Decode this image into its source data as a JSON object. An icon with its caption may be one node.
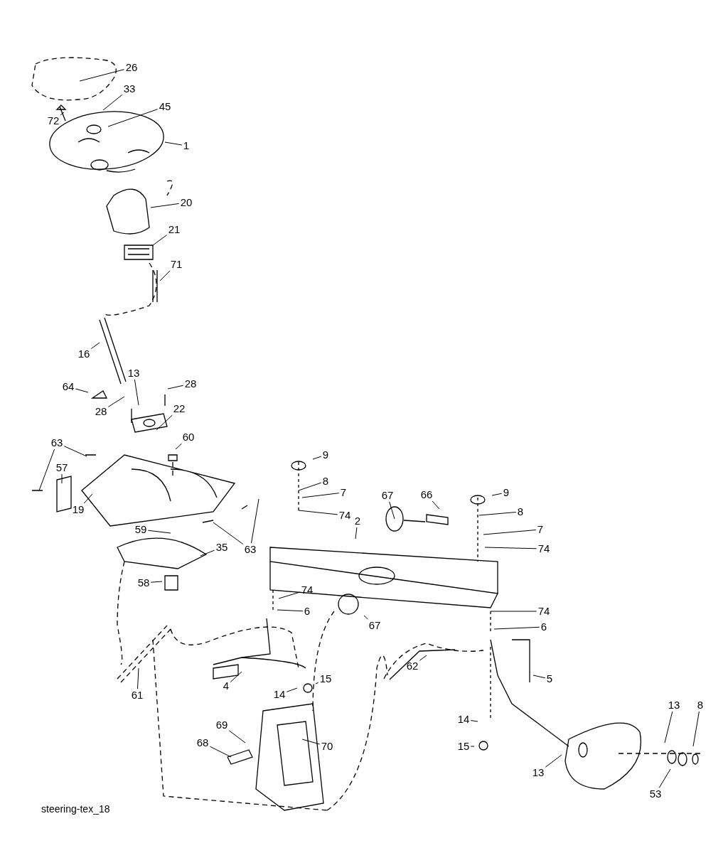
{
  "diagram": {
    "caption": "steering-tex_18",
    "nodes": [
      {
        "text": [
          "26"
        ]
      },
      {
        "text": [
          "33"
        ]
      },
      {
        "text": [
          "45"
        ]
      },
      {
        "text": [
          "72"
        ]
      },
      {
        "text": [
          "1"
        ]
      },
      {
        "text": [
          "20"
        ]
      },
      {
        "text": [
          "21"
        ]
      },
      {
        "text": [
          "71"
        ]
      },
      {
        "text": [
          "16"
        ]
      },
      {
        "text": [
          "13"
        ]
      },
      {
        "text": [
          "28"
        ]
      },
      {
        "text": [
          "64"
        ]
      },
      {
        "text": [
          "28"
        ]
      },
      {
        "text": [
          "22"
        ]
      },
      {
        "text": [
          "60"
        ]
      },
      {
        "text": [
          "63"
        ]
      },
      {
        "text": [
          "9"
        ]
      },
      {
        "text": [
          "57"
        ]
      },
      {
        "text": [
          "8"
        ]
      },
      {
        "text": [
          "7"
        ]
      },
      {
        "text": [
          "9"
        ]
      },
      {
        "text": [
          "66"
        ]
      },
      {
        "text": [
          "67"
        ]
      },
      {
        "text": [
          "19"
        ]
      },
      {
        "text": [
          "8"
        ]
      },
      {
        "text": [
          "74"
        ]
      },
      {
        "text": [
          "2"
        ]
      },
      {
        "text": [
          "59"
        ]
      },
      {
        "text": [
          "7"
        ]
      },
      {
        "text": [
          "35"
        ]
      },
      {
        "text": [
          "63"
        ]
      },
      {
        "text": [
          "74"
        ]
      },
      {
        "text": [
          "58"
        ]
      },
      {
        "text": [
          "74"
        ]
      },
      {
        "text": [
          "6"
        ]
      },
      {
        "text": [
          "74"
        ]
      },
      {
        "text": [
          "67"
        ]
      },
      {
        "text": [
          "6"
        ]
      },
      {
        "text": [
          "62"
        ]
      },
      {
        "text": [
          "5"
        ]
      },
      {
        "text": [
          "15"
        ]
      },
      {
        "text": [
          "4"
        ]
      },
      {
        "text": [
          "14"
        ]
      },
      {
        "text": [
          "61"
        ]
      },
      {
        "text": [
          "13"
        ]
      },
      {
        "text": [
          "8"
        ]
      },
      {
        "text": [
          "14"
        ]
      },
      {
        "text": [
          "69"
        ]
      },
      {
        "text": [
          "68"
        ]
      },
      {
        "text": [
          "15"
        ]
      },
      {
        "text": [
          "70"
        ]
      },
      {
        "text": [
          "13"
        ]
      },
      {
        "text": [
          "53"
        ]
      }
    ],
    "edges": [
      {
        "from": 0,
        "to": null,
        "arrow": "none"
      },
      {
        "from": 1,
        "to": null,
        "arrow": "none"
      },
      {
        "from": 2,
        "to": null,
        "arrow": "none"
      },
      {
        "from": 3,
        "to": null,
        "arrow": "none"
      },
      {
        "from": 4,
        "to": null,
        "arrow": "none"
      },
      {
        "from": 5,
        "to": null,
        "arrow": "none"
      },
      {
        "from": 6,
        "to": null,
        "arrow": "none"
      },
      {
        "from": 7,
        "to": null,
        "arrow": "none"
      },
      {
        "from": 8,
        "to": null,
        "arrow": "none"
      },
      {
        "from": 9,
        "to": null,
        "arrow": "none"
      },
      {
        "from": 10,
        "to": null,
        "arrow": "none"
      },
      {
        "from": 11,
        "to": null,
        "arrow": "none"
      },
      {
        "from": 12,
        "to": null,
        "arrow": "none"
      },
      {
        "from": 13,
        "to": null,
        "arrow": "none"
      },
      {
        "from": 14,
        "to": null,
        "arrow": "none"
      },
      {
        "from": 15,
        "to": null,
        "arrow": "none"
      },
      {
        "from": 15,
        "to": null,
        "arrow": "none"
      },
      {
        "from": 16,
        "to": null,
        "arrow": "none"
      },
      {
        "from": 17,
        "to": null,
        "arrow": "none"
      },
      {
        "from": 18,
        "to": null,
        "arrow": "none"
      },
      {
        "from": 19,
        "to": null,
        "arrow": "none"
      },
      {
        "from": 20,
        "to": null,
        "arrow": "none"
      },
      {
        "from": 21,
        "to": null,
        "arrow": "none"
      },
      {
        "from": 22,
        "to": null,
        "arrow": "none"
      },
      {
        "from": 23,
        "to": null,
        "arrow": "none"
      },
      {
        "from": 24,
        "to": null,
        "arrow": "none"
      },
      {
        "from": 25,
        "to": null,
        "arrow": "none"
      },
      {
        "from": 26,
        "to": null,
        "arrow": "none"
      },
      {
        "from": 27,
        "to": null,
        "arrow": "none"
      },
      {
        "from": 28,
        "to": null,
        "arrow": "none"
      },
      {
        "from": 29,
        "to": null,
        "arrow": "none"
      },
      {
        "from": 30,
        "to": null,
        "arrow": "none"
      },
      {
        "from": 30,
        "to": null,
        "arrow": "none"
      },
      {
        "from": 31,
        "to": null,
        "arrow": "none"
      },
      {
        "from": 32,
        "to": null,
        "arrow": "none"
      },
      {
        "from": 33,
        "to": null,
        "arrow": "none"
      },
      {
        "from": 34,
        "to": null,
        "arrow": "none"
      },
      {
        "from": 35,
        "to": null,
        "arrow": "none"
      },
      {
        "from": 36,
        "to": null,
        "arrow": "none"
      },
      {
        "from": 37,
        "to": null,
        "arrow": "none"
      },
      {
        "from": 38,
        "to": null,
        "arrow": "none"
      },
      {
        "from": 39,
        "to": null,
        "arrow": "none"
      },
      {
        "from": 40,
        "to": null,
        "arrow": "none"
      },
      {
        "from": 41,
        "to": null,
        "arrow": "none"
      },
      {
        "from": 42,
        "to": null,
        "arrow": "none"
      },
      {
        "from": 43,
        "to": null,
        "arrow": "none"
      },
      {
        "from": 44,
        "to": null,
        "arrow": "none"
      },
      {
        "from": 45,
        "to": null,
        "arrow": "none"
      },
      {
        "from": 46,
        "to": null,
        "arrow": "none"
      },
      {
        "from": 47,
        "to": null,
        "arrow": "none"
      },
      {
        "from": 48,
        "to": null,
        "arrow": "none"
      },
      {
        "from": 49,
        "to": null,
        "arrow": "none"
      },
      {
        "from": 50,
        "to": null,
        "arrow": "none"
      },
      {
        "from": 51,
        "to": null,
        "arrow": "none"
      },
      {
        "from": 52,
        "to": null,
        "arrow": "none"
      }
    ]
  }
}
